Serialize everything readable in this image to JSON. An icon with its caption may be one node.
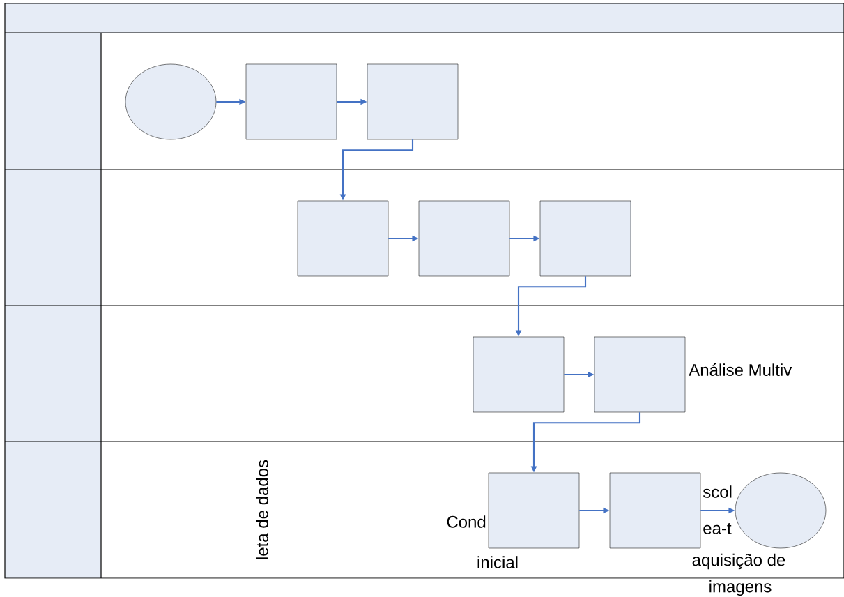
{
  "diagram": {
    "nodes": [
      {
        "text": [],
        "shape": "oval"
      },
      {
        "text": [],
        "shape": "box"
      },
      {
        "text": [],
        "shape": "box"
      },
      {
        "text": [],
        "shape": "box"
      },
      {
        "text": [],
        "shape": "box"
      },
      {
        "text": [],
        "shape": "box"
      },
      {
        "text": [],
        "shape": "box"
      },
      {
        "text": [],
        "shape": "box"
      },
      {
        "text": [],
        "shape": "box"
      },
      {
        "text": [],
        "shape": "box"
      },
      {
        "text": [],
        "shape": "oval"
      }
    ],
    "edges": [
      {
        "from": 0,
        "to": 1,
        "arrow": "to"
      },
      {
        "from": 1,
        "to": 2,
        "arrow": "to"
      },
      {
        "from": 2,
        "to": 3,
        "arrow": "to"
      },
      {
        "from": 3,
        "to": 4,
        "arrow": "to"
      },
      {
        "from": 4,
        "to": 5,
        "arrow": "to"
      },
      {
        "from": 5,
        "to": 6,
        "arrow": "to"
      },
      {
        "from": 6,
        "to": 7,
        "arrow": "to"
      },
      {
        "from": 7,
        "to": 8,
        "arrow": "to"
      },
      {
        "from": 8,
        "to": 9,
        "arrow": "to"
      },
      {
        "from": 9,
        "to": 10,
        "arrow": "to"
      }
    ],
    "labels": [
      "Análise Multiv",
      "leta de dados",
      "scol",
      "Cond",
      "ea-t",
      "inicial",
      "aquisição de",
      "imagens"
    ]
  }
}
